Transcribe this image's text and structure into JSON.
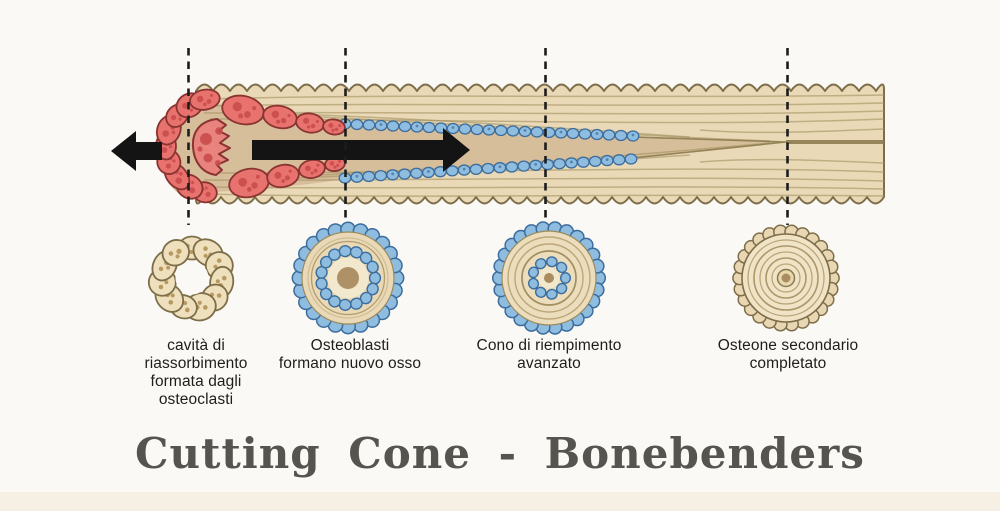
{
  "title": "Cutting Cone - Bonebenders",
  "stages": [
    {
      "lines": [
        "cavità di",
        "riassorbimento",
        "formata dagli",
        "osteoclasti"
      ]
    },
    {
      "lines": [
        "Osteoblasti",
        "formano nuovo osso"
      ]
    },
    {
      "lines": [
        "Cono di riempimento",
        "avanzato"
      ]
    },
    {
      "lines": [
        "Osteone secondario",
        "completato"
      ]
    }
  ],
  "colors": {
    "background": "#fbf9f5",
    "footer_band": "#f5f0e3",
    "bone_fill": "#e9d9b6",
    "bone_outline": "#7d6e49",
    "lamella_line": "#a39061",
    "tunnel_fill": "#d7be9a",
    "osteoclast_fill": "#e8736e",
    "osteoclast_big_fill": "#e8837d",
    "osteoclast_spot": "#c74a4a",
    "osteoclast_outline": "#8a3432",
    "osteoblast_fill": "#8fbde0",
    "osteoblast_outline": "#3c6d9d",
    "osteocyte_fill": "#efe0bd",
    "cell_dot": "#b09156",
    "canal_fill": "#ae9166",
    "inner_disc": "#f2e8cd",
    "arrow": "#141414",
    "guide_dash": "#1c1c1c",
    "title_color": "#56544e",
    "label_color": "#1e1e1c"
  }
}
